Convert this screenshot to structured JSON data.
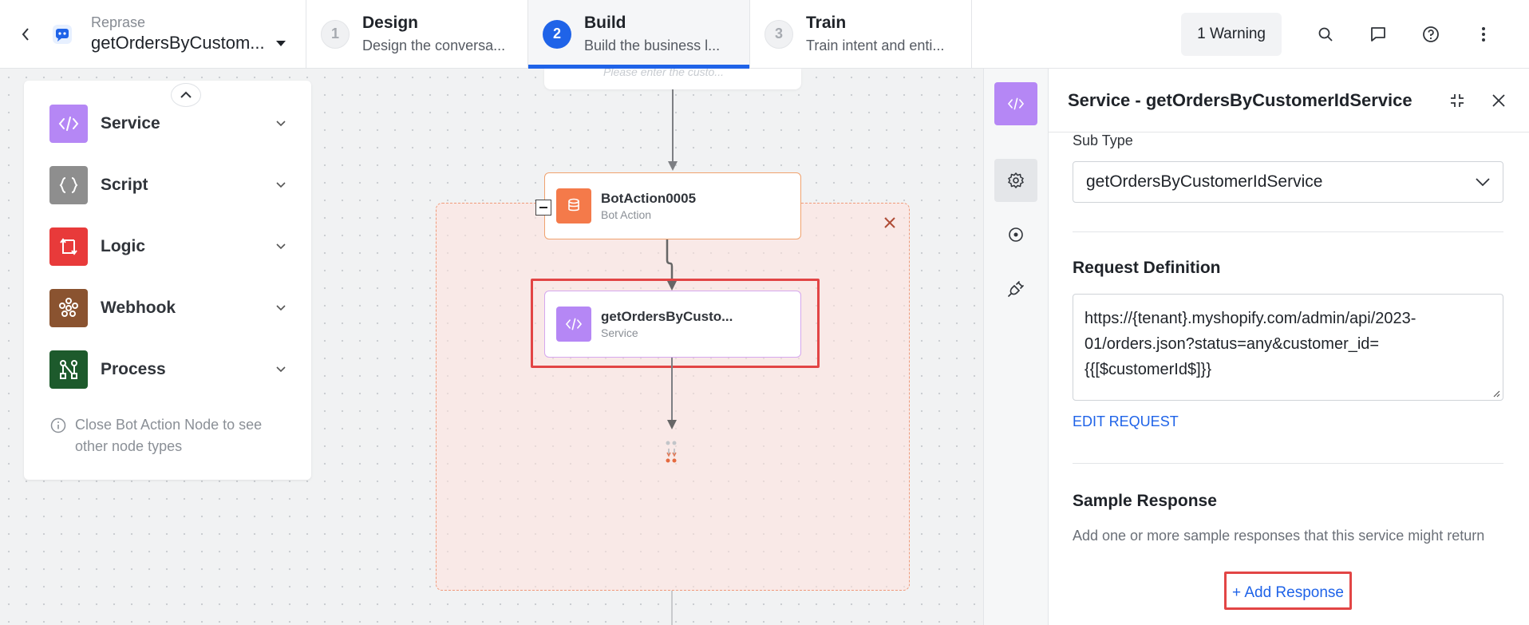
{
  "app": {
    "subtitle": "Reprase",
    "name": "getOrdersByCustom..."
  },
  "steps": [
    {
      "num": "1",
      "title": "Design",
      "desc": "Design the conversa..."
    },
    {
      "num": "2",
      "title": "Build",
      "desc": "Build the business l..."
    },
    {
      "num": "3",
      "title": "Train",
      "desc": "Train intent and enti..."
    }
  ],
  "topbar": {
    "warning": "1 Warning"
  },
  "palette": {
    "items": [
      {
        "label": "Service",
        "color": "#b587f5",
        "icon": "code-icon"
      },
      {
        "label": "Script",
        "color": "#8e8e8e",
        "icon": "braces-icon"
      },
      {
        "label": "Logic",
        "color": "#e83a3a",
        "icon": "logic-icon"
      },
      {
        "label": "Webhook",
        "color": "#8a5330",
        "icon": "webhook-icon"
      },
      {
        "label": "Process",
        "color": "#1d5a2c",
        "icon": "process-icon"
      }
    ],
    "note": "Close Bot Action Node to see other node types"
  },
  "canvas": {
    "ghost_placeholder": "Please enter the custo...",
    "bot_action": {
      "title": "BotAction0005",
      "subtitle": "Bot Action",
      "color": "#f47a4a"
    },
    "service_node": {
      "title": "getOrdersByCusto...",
      "subtitle": "Service",
      "color": "#b587f5"
    }
  },
  "panel": {
    "title": "Service - getOrdersByCustomerIdService",
    "sub_type_label": "Sub Type",
    "sub_type_value": "getOrdersByCustomerIdService",
    "request_title": "Request Definition",
    "request_url": "https://{tenant}.myshopify.com/admin/api/2023-01/orders.json?status=any&customer_id={{[$customerId$]}}",
    "edit_request": "EDIT REQUEST",
    "sample_title": "Sample Response",
    "sample_desc": "Add one or more sample responses that this service might return",
    "add_response": "+ Add Response"
  },
  "colors": {
    "accent": "#1f63e8",
    "highlight": "#e24545",
    "service": "#b587f5"
  }
}
